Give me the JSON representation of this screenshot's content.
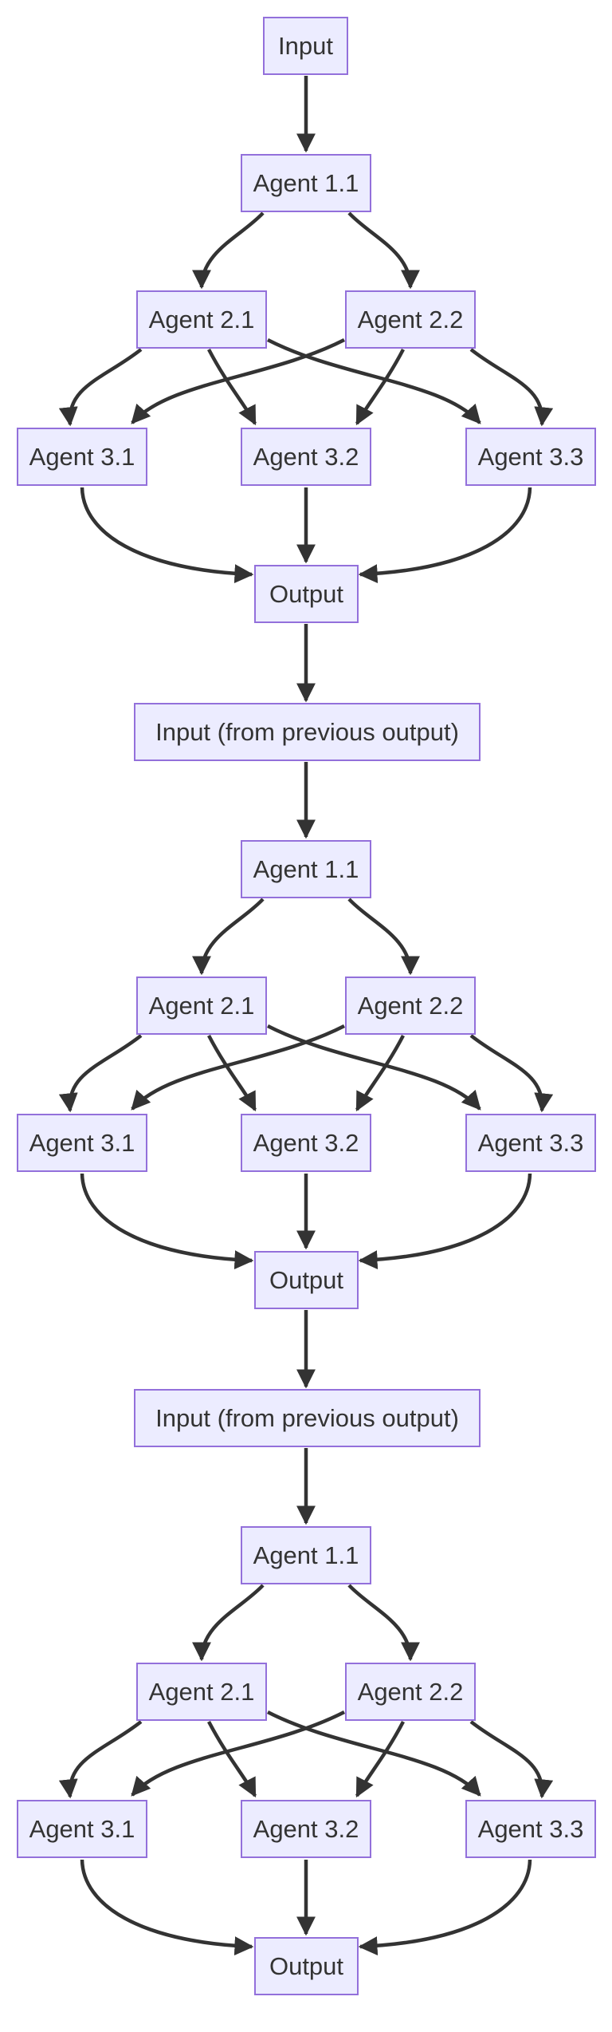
{
  "diagram": {
    "type": "flowchart",
    "direction": "top-down",
    "background": "#FFFFFF",
    "node_fill": "#ECECFF",
    "node_border": "#9370DB",
    "text_color": "#333333",
    "edge_color": "#333333",
    "stages": [
      {
        "input": "Input",
        "agent_1_1": "Agent 1.1",
        "agent_2_1": "Agent 2.1",
        "agent_2_2": "Agent 2.2",
        "agent_3_1": "Agent 3.1",
        "agent_3_2": "Agent 3.2",
        "agent_3_3": "Agent 3.3",
        "output": "Output"
      },
      {
        "input": "Input (from previous output)",
        "agent_1_1": "Agent 1.1",
        "agent_2_1": "Agent 2.1",
        "agent_2_2": "Agent 2.2",
        "agent_3_1": "Agent 3.1",
        "agent_3_2": "Agent 3.2",
        "agent_3_3": "Agent 3.3",
        "output": "Output"
      },
      {
        "input": "Input (from previous output)",
        "agent_1_1": "Agent 1.1",
        "agent_2_1": "Agent 2.1",
        "agent_2_2": "Agent 2.2",
        "agent_3_1": "Agent 3.1",
        "agent_3_2": "Agent 3.2",
        "agent_3_3": "Agent 3.3",
        "output": "Output"
      }
    ],
    "edges_per_stage": [
      "Input -> Agent 1.1",
      "Agent 1.1 -> Agent 2.1",
      "Agent 1.1 -> Agent 2.2",
      "Agent 2.1 -> Agent 3.1",
      "Agent 2.1 -> Agent 3.2",
      "Agent 2.1 -> Agent 3.3",
      "Agent 2.2 -> Agent 3.1",
      "Agent 2.2 -> Agent 3.2",
      "Agent 2.2 -> Agent 3.3",
      "Agent 3.1 -> Output",
      "Agent 3.2 -> Output",
      "Agent 3.3 -> Output"
    ],
    "stage_connectors": [
      "Output -> Input (from previous output)",
      "Output -> Input (from previous output)"
    ]
  }
}
